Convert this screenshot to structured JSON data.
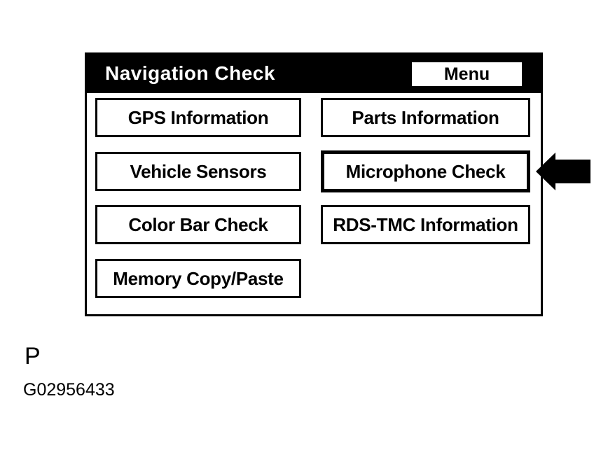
{
  "screen": {
    "title": "Navigation Check",
    "menu_label": "Menu",
    "buttons": [
      {
        "label": "GPS Information",
        "selected": false
      },
      {
        "label": "Parts Information",
        "selected": false
      },
      {
        "label": "Vehicle Sensors",
        "selected": false
      },
      {
        "label": "Microphone Check",
        "selected": true
      },
      {
        "label": "Color Bar Check",
        "selected": false
      },
      {
        "label": "RDS-TMC Information",
        "selected": false
      },
      {
        "label": "Memory Copy/Paste",
        "selected": false
      }
    ]
  },
  "annotations": {
    "pointer_arrow": "left-arrow-icon pointing at Microphone Check",
    "page_label": "P",
    "figure_id": "G02956433"
  },
  "colors": {
    "background": "#ffffff",
    "header_bg": "#000000",
    "header_text": "#ffffff",
    "button_bg": "#ffffff",
    "button_text": "#000000",
    "border": "#000000",
    "arrow": "#000000"
  }
}
